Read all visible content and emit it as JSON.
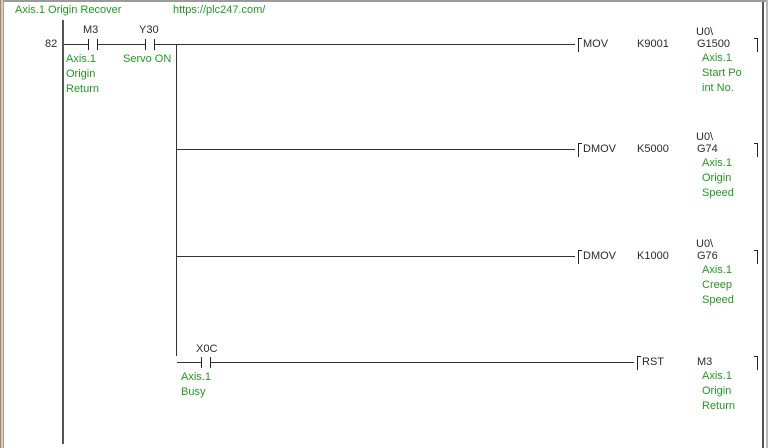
{
  "header": {
    "comment": "Axis.1 Origin Recover",
    "url": "https://plc247.com/"
  },
  "rung": {
    "step_number": "82"
  },
  "contacts": [
    {
      "device": "M3",
      "comment": "Axis.1\nOrigin\nReturn"
    },
    {
      "device": "Y30",
      "comment": "Servo ON"
    },
    {
      "device": "X0C",
      "comment": "Axis.1\nBusy"
    }
  ],
  "instructions": [
    {
      "op": "MOV",
      "src": "K9001",
      "dst_prefix": "U0\\",
      "dst": "G1500",
      "comment": "Axis.1\nStart Po\nint No."
    },
    {
      "op": "DMOV",
      "src": "K5000",
      "dst_prefix": "U0\\",
      "dst": "G74",
      "comment": "Axis.1\nOrigin\nSpeed"
    },
    {
      "op": "DMOV",
      "src": "K1000",
      "dst_prefix": "U0\\",
      "dst": "G76",
      "comment": "Axis.1\nCreep\nSpeed"
    },
    {
      "op": "RST",
      "src": "",
      "dst_prefix": "",
      "dst": "M3",
      "comment": "Axis.1\nOrigin\nReturn"
    }
  ],
  "colors": {
    "comment_green": "#1f9a1f",
    "text_black": "#2a2a2a",
    "line": "#333333"
  }
}
